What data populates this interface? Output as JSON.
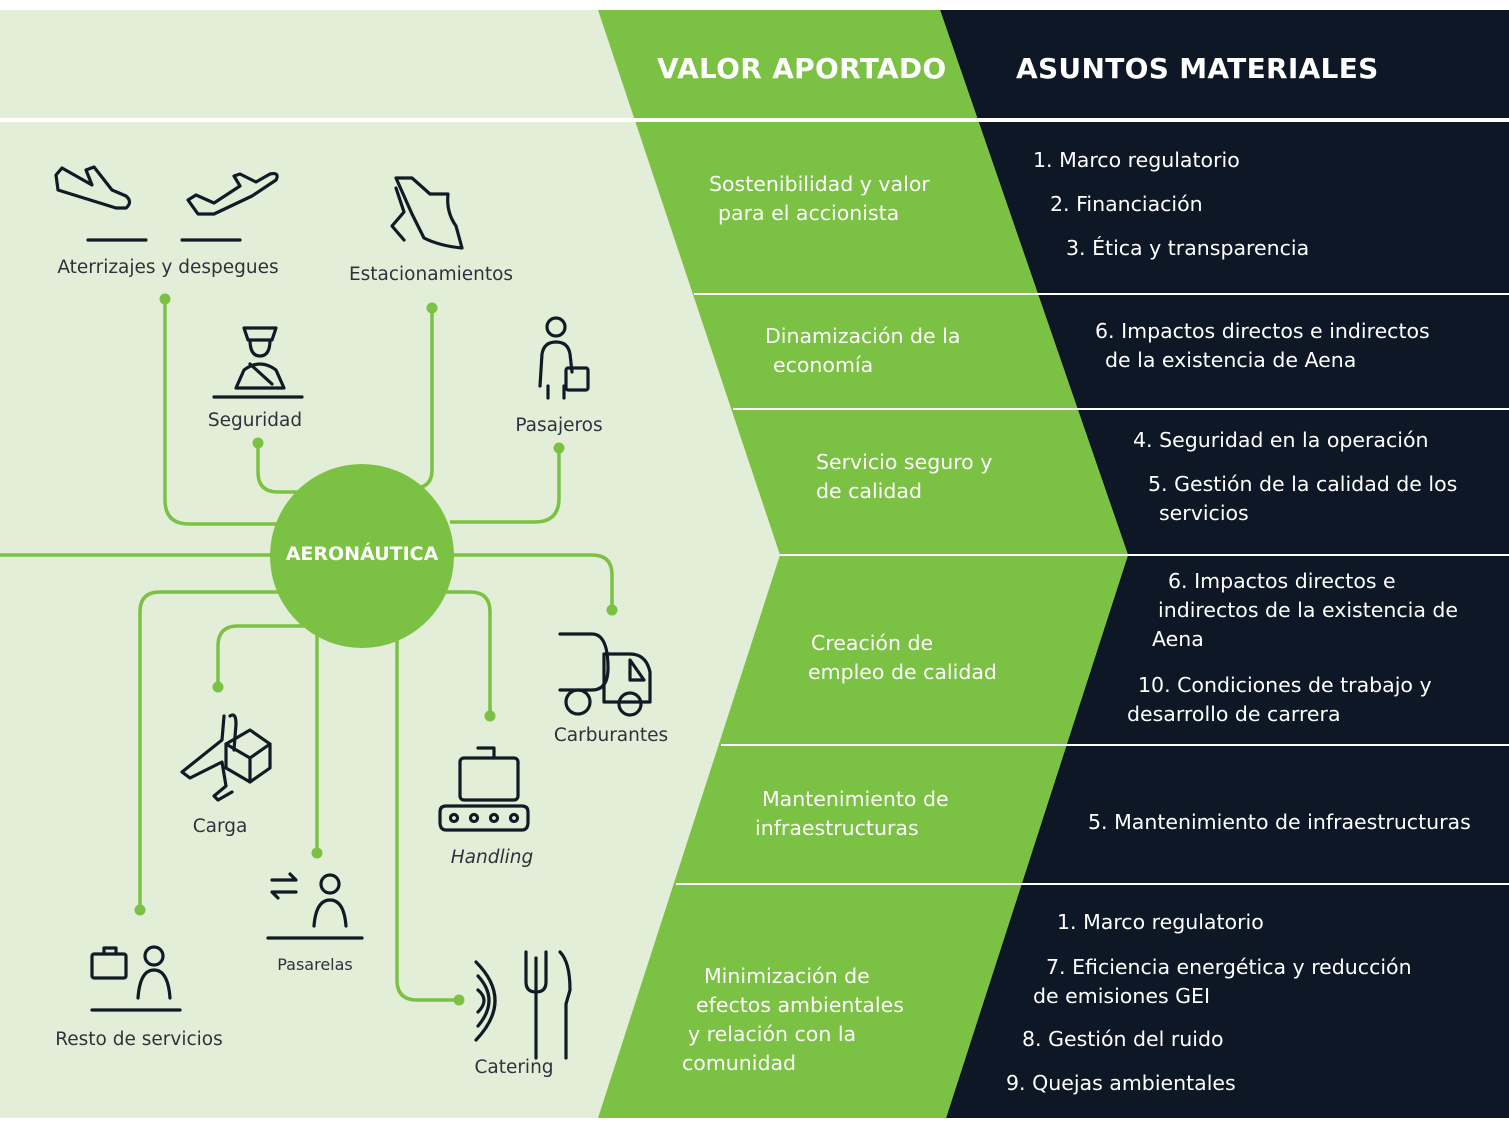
{
  "colors": {
    "light_green_bg": "#e3eed8",
    "accent_green": "#7bc144",
    "dark_navy": "#0e1725",
    "icon_dark": "#121a26",
    "text_dark": "#2c333c",
    "white": "#ffffff"
  },
  "headers": {
    "valor_aportado": "VALOR APORTADO",
    "asuntos_materiales": "ASUNTOS MATERIALES"
  },
  "hub": {
    "label": "AERONÁUTICA"
  },
  "services": [
    {
      "key": "aterrizajes",
      "label": "Aterrizajes y despegues",
      "icon": "landing-takeoff-icon"
    },
    {
      "key": "estacionamientos",
      "label": "Estacionamientos",
      "icon": "aircraft-tail-icon"
    },
    {
      "key": "seguridad",
      "label": "Seguridad",
      "icon": "security-officer-icon"
    },
    {
      "key": "pasajeros",
      "label": "Pasajeros",
      "icon": "passenger-luggage-icon"
    },
    {
      "key": "carburantes",
      "label": "Carburantes",
      "icon": "fuel-truck-icon"
    },
    {
      "key": "carga",
      "label": "Carga",
      "icon": "plane-cargo-box-icon"
    },
    {
      "key": "handling",
      "label": "Handling",
      "icon": "baggage-conveyor-icon"
    },
    {
      "key": "pasarelas",
      "label": "Pasarelas",
      "icon": "boarding-bridge-icon"
    },
    {
      "key": "resto",
      "label": "Resto de servicios",
      "icon": "briefcase-person-icon"
    },
    {
      "key": "catering",
      "label": "Catering",
      "icon": "plate-fork-knife-icon"
    }
  ],
  "rows": [
    {
      "value_lines": [
        "Sostenibilidad y valor",
        "para el accionista"
      ],
      "issues": [
        [
          "1. Marco regulatorio"
        ],
        [
          "2. Financiación"
        ],
        [
          "3. Ética y transparencia"
        ]
      ]
    },
    {
      "value_lines": [
        "Dinamización de la",
        "economía"
      ],
      "issues": [
        [
          "6. Impactos directos e indirectos",
          "de la existencia de Aena"
        ]
      ]
    },
    {
      "value_lines": [
        "Servicio seguro y",
        "de calidad"
      ],
      "issues": [
        [
          "4. Seguridad en la operación"
        ],
        [
          "5. Gestión de la calidad de los",
          "servicios"
        ]
      ]
    },
    {
      "value_lines": [
        "Creación de",
        "empleo de calidad"
      ],
      "issues": [
        [
          "6. Impactos directos e",
          "indirectos de la existencia de",
          "Aena"
        ],
        [
          "10. Condiciones de trabajo y",
          "desarrollo de carrera"
        ]
      ]
    },
    {
      "value_lines": [
        "Mantenimiento de",
        "infraestructuras"
      ],
      "issues": [
        [
          "5. Mantenimiento de infraestructuras"
        ]
      ]
    },
    {
      "value_lines": [
        "Minimización de",
        "efectos ambientales",
        "y relación con la",
        "comunidad"
      ],
      "issues": [
        [
          "1. Marco regulatorio"
        ],
        [
          "7. Eficiencia energética y reducción",
          "de emisiones GEI"
        ],
        [
          "8. Gestión del ruido"
        ],
        [
          "9. Quejas ambientales"
        ]
      ]
    }
  ]
}
